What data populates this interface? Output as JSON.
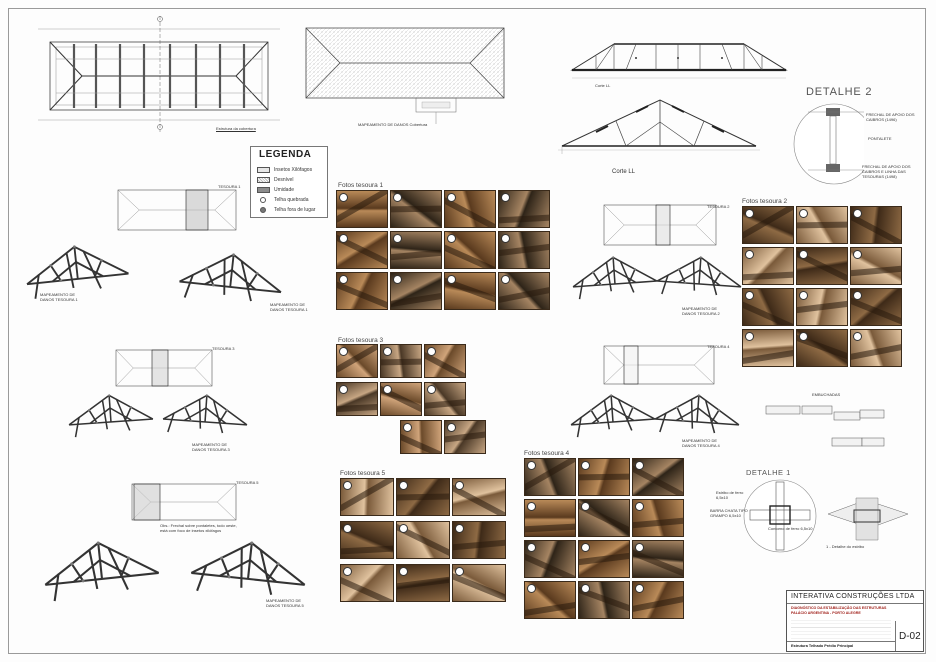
{
  "titleblock": {
    "company": "INTERATIVA CONSTRUÇÕES LTDA",
    "line1": "DIAGNÓSTICO DA ESTABILIZAÇÃO DAS ESTRUTURAS",
    "line2": "PALÁCIO ARGENTINA - PORTO ALEGRE",
    "footer": "Estrutura Telhado Prédio Principal",
    "sheet": "D-02"
  },
  "legend": {
    "title": "LEGENDA",
    "items": [
      {
        "label": "Insetos Xilófagos",
        "swatch": "#e6e6e6",
        "shape": "rect"
      },
      {
        "label": "Desnível",
        "swatch": "#f6f6f6",
        "shape": "rect-hatch"
      },
      {
        "label": "Umidade",
        "swatch": "#8c8c8c",
        "shape": "rect"
      },
      {
        "label": "Telha quebrada",
        "swatch": "#ffffff",
        "shape": "circle"
      },
      {
        "label": "Telha fora de lugar",
        "swatch": "#777777",
        "shape": "circle"
      }
    ]
  },
  "drawings": {
    "roof_structure": "Estrutura da cobertura",
    "roof_cover": "MAPEAMENTO DE DANOS Cobertura",
    "corte_ll_small": "Corte LL",
    "corte_ll": "Corte LL",
    "detalhe2": "DETALHE 2",
    "detalhe1": "DETALHE 1",
    "detalhe1_caption": "1 - Detalhe do estribo",
    "emendas": "EMBUCHADAS",
    "t1_plan": "TESOURA 1",
    "t1_map_a": "MAPEAMENTO DE DANOS TESOURA 1",
    "t1_map_b": "MAPEAMENTO DE DANOS TESOURA 1",
    "t2_plan": "TESOURA 2",
    "t2_map": "MAPEAMENTO DE DANOS TESOURA 2",
    "t3_plan": "TESOURA 3",
    "t3_map": "MAPEAMENTO DE DANOS TESOURA 3",
    "t4_plan": "TESOURA 4",
    "t4_map": "MAPEAMENTO DE DANOS TESOURA 4",
    "t5_plan": "TESOURA 5",
    "t5_map": "MAPEAMENTO DE DANOS TESOURA 5",
    "t5_note": "Obs.: Frechal sobre pontaletes, todo oeste, está com foco de insetos xilófagos",
    "estribo_label": "Estribo de ferro 6,5x10",
    "barra_label": "BARRA CHATA TIPO GRAMPO 6,5x10",
    "contorno_label": "Contorno de ferro 6,5x10",
    "frechal_apoio": "FRECHAL DE APOIO DOS CAIBROS (1496)",
    "pontalete": "PONTALETE",
    "frechal_linha": "FRECHAL DE APOIO DOS CAIBROS E LINHA DAS TESOURAS (1498)"
  },
  "photos": {
    "t1": "Fotos tesoura 1",
    "t2": "Fotos tesoura 2",
    "t3": "Fotos tesoura 3",
    "t4": "Fotos tesoura 4",
    "t5": "Fotos tesoura 5"
  }
}
